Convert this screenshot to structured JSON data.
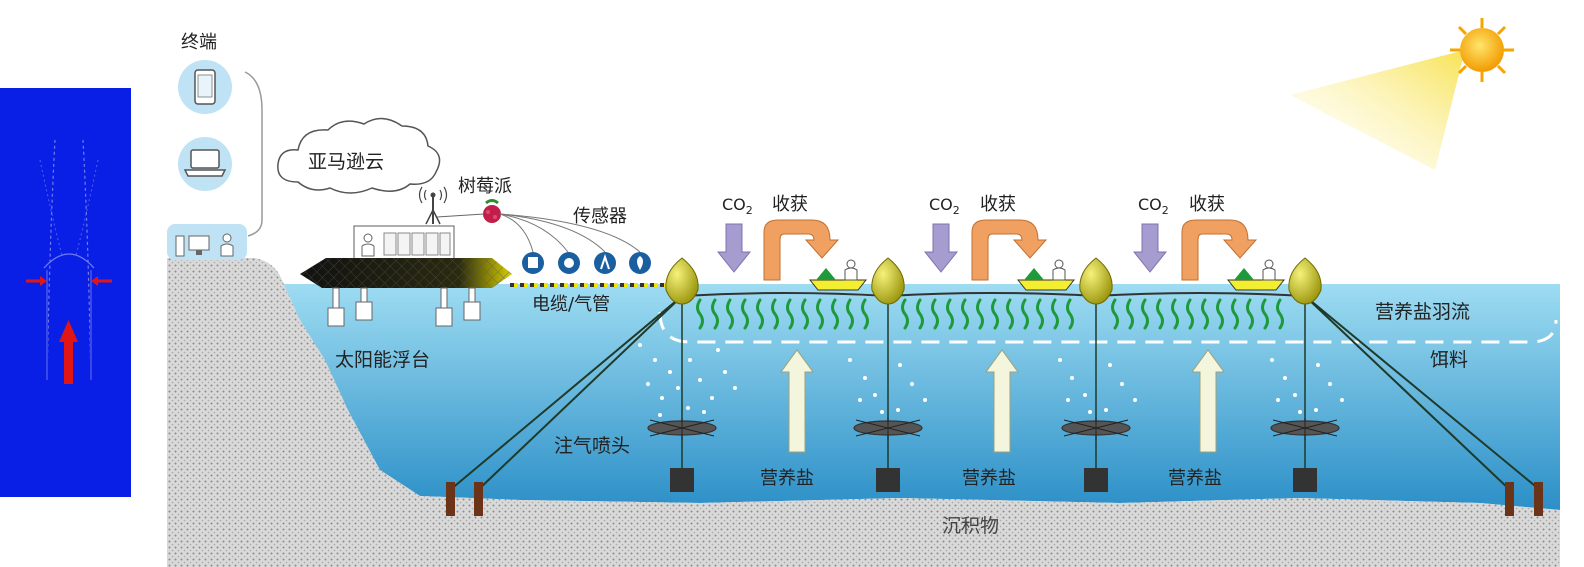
{
  "labels": {
    "terminal": "终端",
    "cloud": "亚马逊云",
    "raspberry_pi": "树莓派",
    "sensors": "传感器",
    "cable_airpipe": "电缆/气管",
    "solar_platform": "太阳能浮台",
    "co2": "CO",
    "co2_sub": "2",
    "harvest": "收获",
    "nutrient_plume": "营养盐羽流",
    "bait": "饵料",
    "air_nozzle": "注气喷头",
    "nutrient_salt": "营养盐",
    "sediment": "沉积物"
  },
  "colors": {
    "panel_blue": "#0a1fe6",
    "flow_arrow": "#e01515",
    "water_top": "#8fd6ef",
    "water_bottom": "#2a90c6",
    "seabed": "#d7d7d7",
    "buoy": "#c8c400",
    "seaweed": "#1f9a3a",
    "harvest_arrow": "#f0a060",
    "co2_arrow": "#a79cd0",
    "nutrient_arrow": "#f3f6dc",
    "sun": "#f7b500",
    "icon_circle": "#bfe3f5"
  },
  "icons": [
    "phone-icon",
    "laptop-icon",
    "cloud-icon",
    "antenna-icon",
    "raspberry-icon",
    "sensor-icon",
    "buoy-icon",
    "sun-icon",
    "person-icon",
    "computer-icon"
  ]
}
